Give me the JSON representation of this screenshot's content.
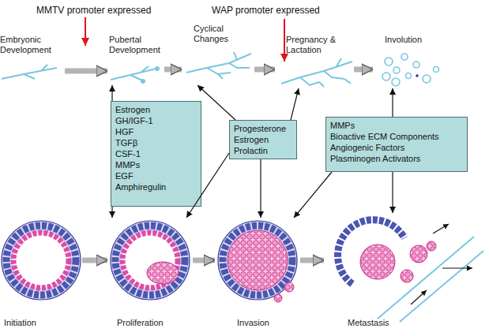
{
  "diagram": {
    "nodes": [
      {
        "text": [
          "Embryonic Development"
        ]
      },
      {
        "text": [
          "Pubertal Development"
        ]
      },
      {
        "text": [
          "Cyclical Changes"
        ]
      },
      {
        "text": [
          "Pregnancy & Lactation"
        ]
      },
      {
        "text": [
          "Involution"
        ]
      },
      {
        "text": [
          "Estrogen",
          "GH/IGF-1",
          "HGF",
          "TGFβ",
          "CSF-1",
          "MMPs",
          "EGF",
          "Amphiregulin"
        ]
      },
      {
        "text": [
          "Progesterone",
          "Estrogen",
          "Prolactin"
        ]
      },
      {
        "text": [
          "MMPs",
          "Bioactive ECM Components",
          "Angiogenic Factors",
          "Plasminogen Activators"
        ]
      },
      {
        "text": [
          "Initiation"
        ]
      },
      {
        "text": [
          "Proliferation"
        ]
      },
      {
        "text": [
          "Invasion"
        ]
      },
      {
        "text": [
          "Metastasis"
        ]
      }
    ],
    "edges": [
      {
        "from": 0,
        "to": 1,
        "arrow": "to"
      },
      {
        "from": 1,
        "to": 2,
        "arrow": "to"
      },
      {
        "from": 2,
        "to": 3,
        "arrow": "to"
      },
      {
        "from": 3,
        "to": 4,
        "arrow": "to"
      },
      {
        "from": 8,
        "to": 9,
        "arrow": "to"
      },
      {
        "from": 9,
        "to": 10,
        "arrow": "to"
      },
      {
        "from": 10,
        "to": 11,
        "arrow": "to"
      },
      {
        "from": 5,
        "to": 1,
        "arrow": "to"
      },
      {
        "from": 5,
        "to": 9,
        "arrow": "to"
      },
      {
        "from": 6,
        "to": 2,
        "arrow": "to"
      },
      {
        "from": 6,
        "to": 3,
        "arrow": "to"
      },
      {
        "from": 6,
        "to": 10,
        "arrow": "to"
      },
      {
        "from": 6,
        "to": 9,
        "arrow": "to"
      },
      {
        "from": 7,
        "to": 4,
        "arrow": "to"
      },
      {
        "from": 7,
        "to": 11,
        "arrow": "to"
      },
      {
        "from": 7,
        "to": 10,
        "arrow": "to"
      }
    ],
    "labels": [
      "MMTV promoter expressed",
      "WAP promoter expressed"
    ]
  }
}
